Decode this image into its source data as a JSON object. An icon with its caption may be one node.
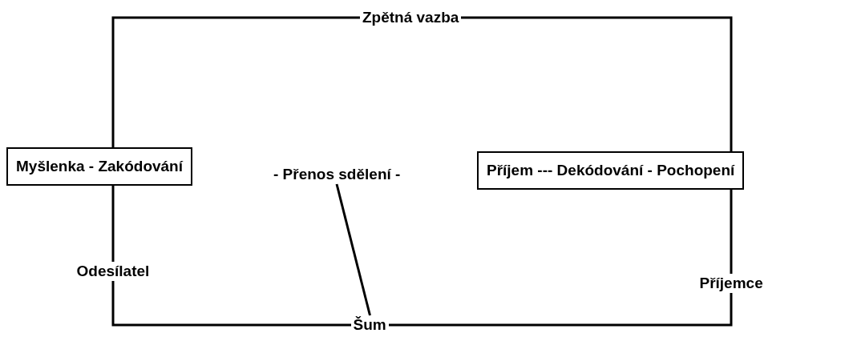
{
  "diagram": {
    "nodes": [
      {
        "text": [
          "Zpětná vazba"
        ]
      },
      {
        "text": [
          "Myšlenka - Zakódování"
        ]
      },
      {
        "text": [
          "- Přenos sdělení -"
        ]
      },
      {
        "text": [
          "Příjem --- Dekódování - Pochopení"
        ]
      },
      {
        "text": [
          "Odesílatel"
        ]
      },
      {
        "text": [
          "Šum"
        ]
      },
      {
        "text": [
          "Příjemce"
        ]
      }
    ],
    "edges": [
      {
        "from": 0,
        "to": 1,
        "arrow": "none"
      },
      {
        "from": 0,
        "to": 3,
        "arrow": "none"
      },
      {
        "from": 1,
        "to": 4,
        "arrow": "none"
      },
      {
        "from": 4,
        "to": 5,
        "arrow": "none"
      },
      {
        "from": 2,
        "to": 5,
        "arrow": "none"
      },
      {
        "from": 5,
        "to": 6,
        "arrow": "none"
      },
      {
        "from": 6,
        "to": 3,
        "arrow": "none"
      }
    ]
  }
}
